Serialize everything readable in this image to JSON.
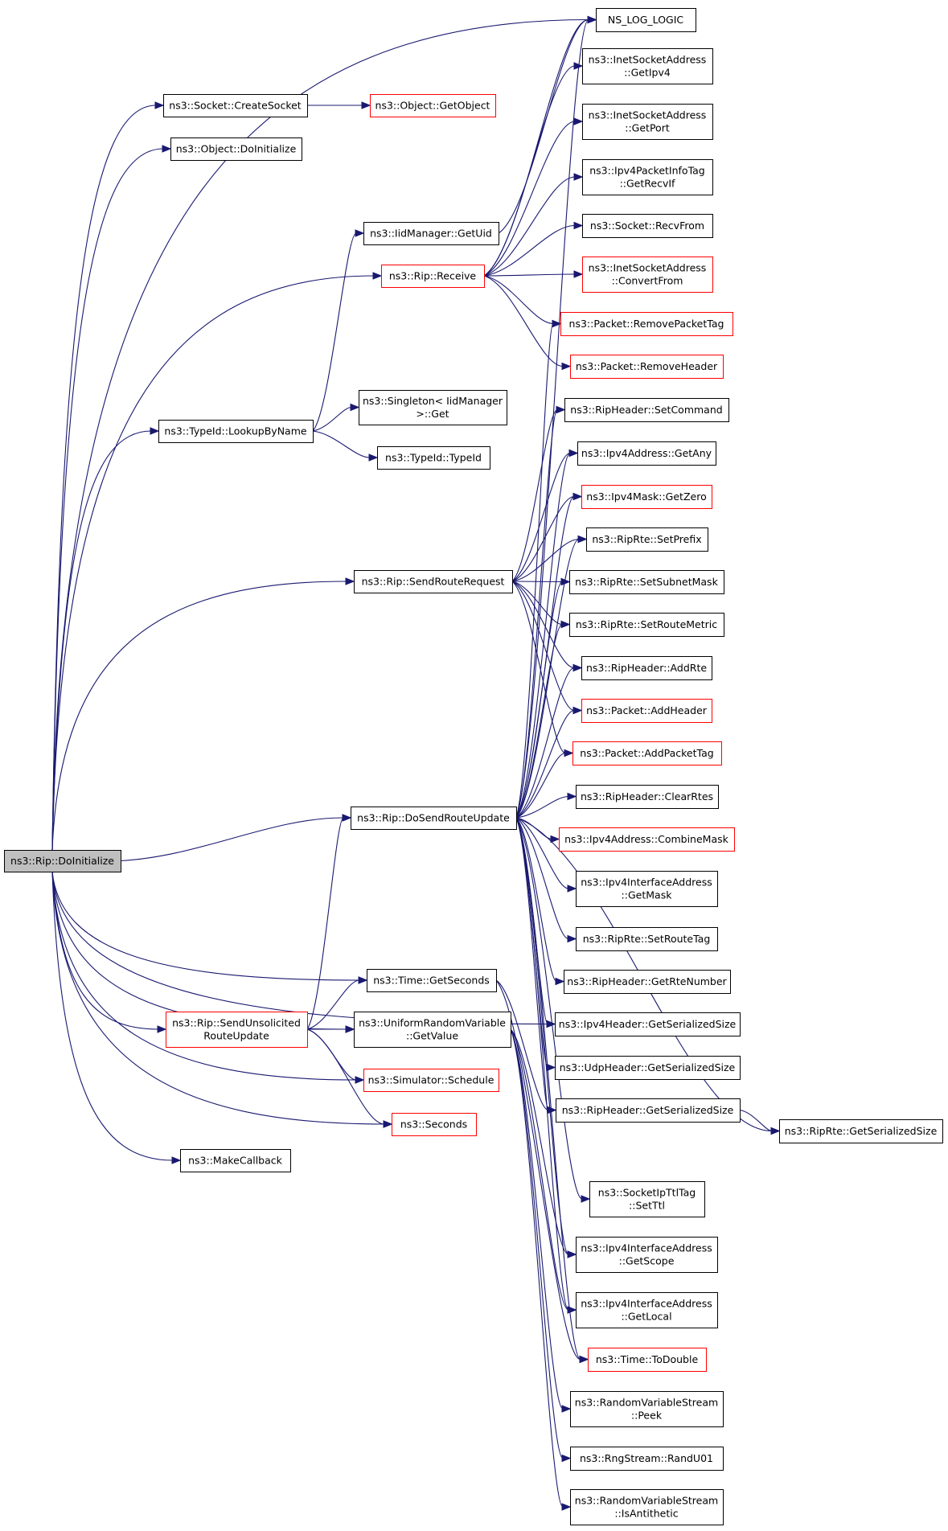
{
  "colors": {
    "edge": "#191970",
    "red_border": "#ff0000",
    "black_border": "#000000",
    "root_fill": "#bfbfbf"
  },
  "nodes": [
    {
      "id": "root",
      "lines": [
        "ns3::Rip::DoInitialize"
      ],
      "style": "root"
    },
    {
      "id": "createSocket",
      "lines": [
        "ns3::Socket::CreateSocket"
      ],
      "style": "black"
    },
    {
      "id": "getObject",
      "lines": [
        "ns3::Object::GetObject"
      ],
      "style": "red"
    },
    {
      "id": "objDoInit",
      "lines": [
        "ns3::Object::DoInitialize"
      ],
      "style": "black"
    },
    {
      "id": "getUid",
      "lines": [
        "ns3::IidManager::GetUid"
      ],
      "style": "black"
    },
    {
      "id": "receive",
      "lines": [
        "ns3::Rip::Receive"
      ],
      "style": "red"
    },
    {
      "id": "singleton",
      "lines": [
        "ns3::Singleton< IidManager",
        ">::Get"
      ],
      "style": "black"
    },
    {
      "id": "lookup",
      "lines": [
        "ns3::TypeId::LookupByName"
      ],
      "style": "black"
    },
    {
      "id": "typeid",
      "lines": [
        "ns3::TypeId::TypeId"
      ],
      "style": "black"
    },
    {
      "id": "sendReq",
      "lines": [
        "ns3::Rip::SendRouteRequest"
      ],
      "style": "black"
    },
    {
      "id": "doSend",
      "lines": [
        "ns3::Rip::DoSendRouteUpdate"
      ],
      "style": "black"
    },
    {
      "id": "getSeconds",
      "lines": [
        "ns3::Time::GetSeconds"
      ],
      "style": "black"
    },
    {
      "id": "unsol",
      "lines": [
        "ns3::Rip::SendUnsolicited",
        "RouteUpdate"
      ],
      "style": "red"
    },
    {
      "id": "urvGet",
      "lines": [
        "ns3::UniformRandomVariable",
        "::GetValue"
      ],
      "style": "black"
    },
    {
      "id": "schedule",
      "lines": [
        "ns3::Simulator::Schedule"
      ],
      "style": "red"
    },
    {
      "id": "seconds",
      "lines": [
        "ns3::Seconds"
      ],
      "style": "red"
    },
    {
      "id": "makeCb",
      "lines": [
        "ns3::MakeCallback"
      ],
      "style": "black"
    },
    {
      "id": "nslog",
      "lines": [
        "NS_LOG_LOGIC"
      ],
      "style": "black"
    },
    {
      "id": "inetIpv4",
      "lines": [
        "ns3::InetSocketAddress",
        "::GetIpv4"
      ],
      "style": "black"
    },
    {
      "id": "inetPort",
      "lines": [
        "ns3::InetSocketAddress",
        "::GetPort"
      ],
      "style": "black"
    },
    {
      "id": "pktInfo",
      "lines": [
        "ns3::Ipv4PacketInfoTag",
        "::GetRecvIf"
      ],
      "style": "black"
    },
    {
      "id": "recvFrom",
      "lines": [
        "ns3::Socket::RecvFrom"
      ],
      "style": "black"
    },
    {
      "id": "convFrom",
      "lines": [
        "ns3::InetSocketAddress",
        "::ConvertFrom"
      ],
      "style": "red"
    },
    {
      "id": "remTag",
      "lines": [
        "ns3::Packet::RemovePacketTag"
      ],
      "style": "red"
    },
    {
      "id": "remHdr",
      "lines": [
        "ns3::Packet::RemoveHeader"
      ],
      "style": "red"
    },
    {
      "id": "setCmd",
      "lines": [
        "ns3::RipHeader::SetCommand"
      ],
      "style": "black"
    },
    {
      "id": "getAny",
      "lines": [
        "ns3::Ipv4Address::GetAny"
      ],
      "style": "black"
    },
    {
      "id": "getZero",
      "lines": [
        "ns3::Ipv4Mask::GetZero"
      ],
      "style": "red"
    },
    {
      "id": "setPrefix",
      "lines": [
        "ns3::RipRte::SetPrefix"
      ],
      "style": "black"
    },
    {
      "id": "setSubnet",
      "lines": [
        "ns3::RipRte::SetSubnetMask"
      ],
      "style": "black"
    },
    {
      "id": "setMetric",
      "lines": [
        "ns3::RipRte::SetRouteMetric"
      ],
      "style": "black"
    },
    {
      "id": "addRte",
      "lines": [
        "ns3::RipHeader::AddRte"
      ],
      "style": "black"
    },
    {
      "id": "addHdr",
      "lines": [
        "ns3::Packet::AddHeader"
      ],
      "style": "red"
    },
    {
      "id": "addTag",
      "lines": [
        "ns3::Packet::AddPacketTag"
      ],
      "style": "red"
    },
    {
      "id": "clearRtes",
      "lines": [
        "ns3::RipHeader::ClearRtes"
      ],
      "style": "black"
    },
    {
      "id": "combine",
      "lines": [
        "ns3::Ipv4Address::CombineMask"
      ],
      "style": "red"
    },
    {
      "id": "ifMask",
      "lines": [
        "ns3::Ipv4InterfaceAddress",
        "::GetMask"
      ],
      "style": "black"
    },
    {
      "id": "setTag",
      "lines": [
        "ns3::RipRte::SetRouteTag"
      ],
      "style": "black"
    },
    {
      "id": "rteNum",
      "lines": [
        "ns3::RipHeader::GetRteNumber"
      ],
      "style": "black"
    },
    {
      "id": "ipv4Ser",
      "lines": [
        "ns3::Ipv4Header::GetSerializedSize"
      ],
      "style": "black"
    },
    {
      "id": "udpSer",
      "lines": [
        "ns3::UdpHeader::GetSerializedSize"
      ],
      "style": "black"
    },
    {
      "id": "ripSer",
      "lines": [
        "ns3::RipHeader::GetSerializedSize"
      ],
      "style": "black"
    },
    {
      "id": "rteSer",
      "lines": [
        "ns3::RipRte::GetSerializedSize"
      ],
      "style": "black"
    },
    {
      "id": "ttl",
      "lines": [
        "ns3::SocketIpTtlTag",
        "::SetTtl"
      ],
      "style": "black"
    },
    {
      "id": "ifScope",
      "lines": [
        "ns3::Ipv4InterfaceAddress",
        "::GetScope"
      ],
      "style": "black"
    },
    {
      "id": "ifLocal",
      "lines": [
        "ns3::Ipv4InterfaceAddress",
        "::GetLocal"
      ],
      "style": "black"
    },
    {
      "id": "toDouble",
      "lines": [
        "ns3::Time::ToDouble"
      ],
      "style": "red"
    },
    {
      "id": "peek",
      "lines": [
        "ns3::RandomVariableStream",
        "::Peek"
      ],
      "style": "black"
    },
    {
      "id": "randU01",
      "lines": [
        "ns3::RngStream::RandU01"
      ],
      "style": "black"
    },
    {
      "id": "isAnti",
      "lines": [
        "ns3::RandomVariableStream",
        "::IsAntithetic"
      ],
      "style": "black"
    }
  ],
  "edges": [
    [
      "root",
      "createSocket"
    ],
    [
      "root",
      "objDoInit"
    ],
    [
      "root",
      "nslog"
    ],
    [
      "root",
      "receive"
    ],
    [
      "root",
      "lookup"
    ],
    [
      "root",
      "sendReq"
    ],
    [
      "root",
      "doSend"
    ],
    [
      "root",
      "getSeconds"
    ],
    [
      "root",
      "unsol"
    ],
    [
      "root",
      "urvGet"
    ],
    [
      "root",
      "schedule"
    ],
    [
      "root",
      "seconds"
    ],
    [
      "root",
      "makeCb"
    ],
    [
      "root",
      "ipv4Ser"
    ],
    [
      "createSocket",
      "getObject"
    ],
    [
      "getUid",
      "nslog"
    ],
    [
      "receive",
      "nslog"
    ],
    [
      "receive",
      "inetIpv4"
    ],
    [
      "receive",
      "inetPort"
    ],
    [
      "receive",
      "pktInfo"
    ],
    [
      "receive",
      "recvFrom"
    ],
    [
      "receive",
      "convFrom"
    ],
    [
      "receive",
      "remTag"
    ],
    [
      "receive",
      "remHdr"
    ],
    [
      "lookup",
      "getUid"
    ],
    [
      "lookup",
      "singleton"
    ],
    [
      "lookup",
      "typeid"
    ],
    [
      "sendReq",
      "setCmd"
    ],
    [
      "sendReq",
      "getAny"
    ],
    [
      "sendReq",
      "getZero"
    ],
    [
      "sendReq",
      "setPrefix"
    ],
    [
      "sendReq",
      "setSubnet"
    ],
    [
      "sendReq",
      "setMetric"
    ],
    [
      "sendReq",
      "addRte"
    ],
    [
      "sendReq",
      "addHdr"
    ],
    [
      "sendReq",
      "addTag"
    ],
    [
      "doSend",
      "nslog"
    ],
    [
      "doSend",
      "remTag"
    ],
    [
      "doSend",
      "setCmd"
    ],
    [
      "doSend",
      "getAny"
    ],
    [
      "doSend",
      "getZero"
    ],
    [
      "doSend",
      "setPrefix"
    ],
    [
      "doSend",
      "setSubnet"
    ],
    [
      "doSend",
      "setMetric"
    ],
    [
      "doSend",
      "addRte"
    ],
    [
      "doSend",
      "addHdr"
    ],
    [
      "doSend",
      "addTag"
    ],
    [
      "doSend",
      "clearRtes"
    ],
    [
      "doSend",
      "combine"
    ],
    [
      "doSend",
      "ifMask"
    ],
    [
      "doSend",
      "setTag"
    ],
    [
      "doSend",
      "rteNum"
    ],
    [
      "doSend",
      "ipv4Ser"
    ],
    [
      "doSend",
      "udpSer"
    ],
    [
      "doSend",
      "ripSer"
    ],
    [
      "doSend",
      "ttl"
    ],
    [
      "doSend",
      "ifScope"
    ],
    [
      "doSend",
      "ifLocal"
    ],
    [
      "doSend",
      "toDouble"
    ],
    [
      "getSeconds",
      "ripSer"
    ],
    [
      "getSeconds",
      "toDouble"
    ],
    [
      "unsol",
      "doSend"
    ],
    [
      "unsol",
      "getSeconds"
    ],
    [
      "unsol",
      "urvGet"
    ],
    [
      "unsol",
      "schedule"
    ],
    [
      "unsol",
      "seconds"
    ],
    [
      "urvGet",
      "peek"
    ],
    [
      "urvGet",
      "randU01"
    ],
    [
      "urvGet",
      "isAnti"
    ],
    [
      "urvGet",
      "ifScope"
    ],
    [
      "urvGet",
      "ifLocal"
    ],
    [
      "ripSer",
      "rteSer"
    ],
    [
      "doSend",
      "rteSer"
    ]
  ]
}
